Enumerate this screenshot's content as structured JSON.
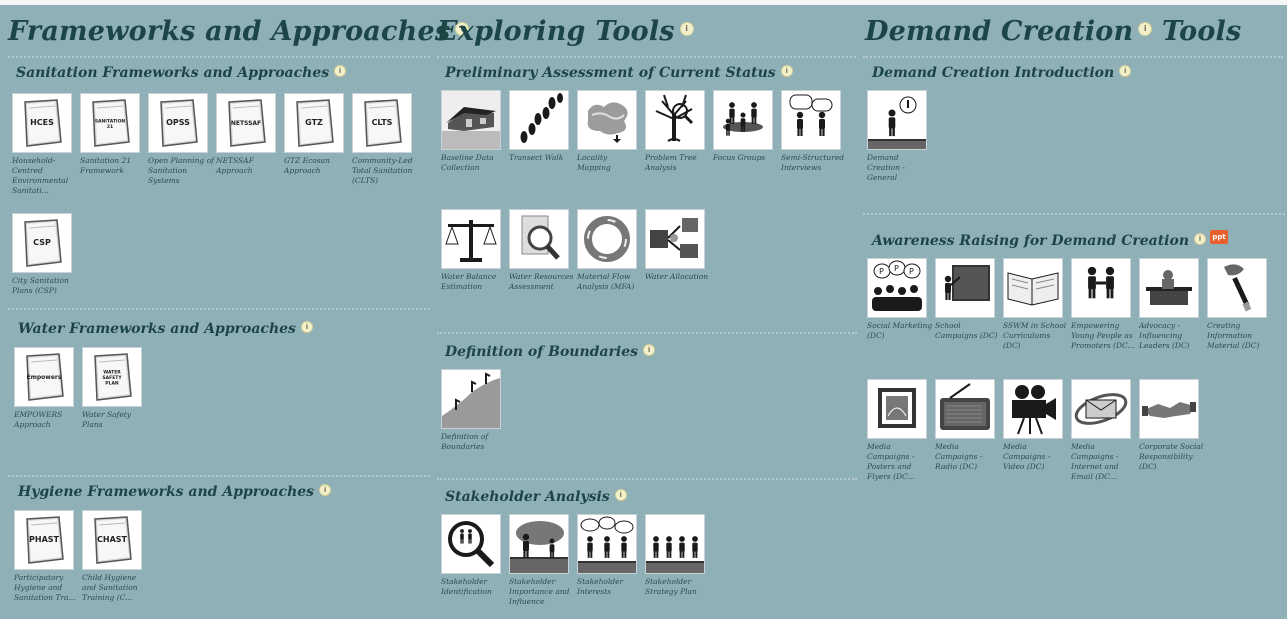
{
  "columns": [
    {
      "title": "Frameworks and Approaches",
      "sections": [
        {
          "heading": "Sanitation Frameworks and Approaches",
          "items": [
            {
              "label": "HCES",
              "caption": "Household-Centred Environmental Sanitati...",
              "icon": "document-icon"
            },
            {
              "label": "SANITATION 21",
              "caption": "Sanitation 21 Framework",
              "icon": "document-icon"
            },
            {
              "label": "OPSS",
              "caption": "Open Planning of Sanitation Systems",
              "icon": "document-icon"
            },
            {
              "label": "NETSSAF",
              "caption": "NETSSAF Approach",
              "icon": "document-icon"
            },
            {
              "label": "GTZ",
              "caption": "GTZ Ecosan Approach",
              "icon": "document-icon"
            },
            {
              "label": "CLTS",
              "caption": "Community-Led Total Sanitation (CLTS)",
              "icon": "document-icon"
            },
            {
              "label": "CSP",
              "caption": "City Sanitation Plans (CSP)",
              "icon": "document-icon"
            }
          ]
        },
        {
          "heading": "Water Frameworks and Approaches",
          "items": [
            {
              "label": "Empowers",
              "caption": "EMPOWERS Approach",
              "icon": "document-icon"
            },
            {
              "label": "WATER SAFETY PLAN",
              "caption": "Water Safety Plans",
              "icon": "document-icon"
            }
          ]
        },
        {
          "heading": "Hygiene Frameworks and Approaches",
          "items": [
            {
              "label": "PHAST",
              "caption": "Participatory Hygiene and Sanitation Tra...",
              "icon": "document-icon"
            },
            {
              "label": "CHAST",
              "caption": "Child Hygiene and Sanitation Training (C...",
              "icon": "document-icon"
            }
          ]
        }
      ]
    },
    {
      "title": "Exploring Tools",
      "sections": [
        {
          "heading": "Preliminary Assessment of Current Status",
          "items": [
            {
              "caption": "Baseline Data Collection",
              "icon": "house-icon"
            },
            {
              "caption": "Transect Walk",
              "icon": "footprints-icon"
            },
            {
              "caption": "Locality Mapping",
              "icon": "map-icon"
            },
            {
              "caption": "Problem Tree Analysis",
              "icon": "tree-icon"
            },
            {
              "caption": "Focus Groups",
              "icon": "group-icon"
            },
            {
              "caption": "Semi-Structured Interviews",
              "icon": "interview-icon"
            },
            {
              "caption": "Water Balance Estimation",
              "icon": "balance-icon"
            },
            {
              "caption": "Water Resources Assessment",
              "icon": "magnifier-icon"
            },
            {
              "caption": "Material Flow Analysis (MFA)",
              "icon": "cycle-icon"
            },
            {
              "caption": "Water Allocation",
              "icon": "allocation-icon"
            }
          ]
        },
        {
          "heading": "Definition of Boundaries",
          "items": [
            {
              "caption": "Definition of Boundaries",
              "icon": "boundary-icon"
            }
          ]
        },
        {
          "heading": "Stakeholder Analysis",
          "items": [
            {
              "caption": "Stakeholder Identification",
              "icon": "magnifier-people-icon"
            },
            {
              "caption": "Stakeholder Importance and Influence",
              "icon": "influence-icon"
            },
            {
              "caption": "Stakeholder Interests",
              "icon": "interests-icon"
            },
            {
              "caption": "Stakeholder Strategy Plan",
              "icon": "strategy-icon"
            }
          ]
        }
      ]
    },
    {
      "title_parts": [
        "Demand Creation",
        "Tools"
      ],
      "sections": [
        {
          "heading": "Demand Creation Introduction",
          "items": [
            {
              "caption": "Demand Creation - General",
              "icon": "person-idea-icon"
            }
          ]
        },
        {
          "heading": "Awareness Raising for Demand Creation",
          "badge": "ppt",
          "items": [
            {
              "caption": "Social Marketing (DC)",
              "icon": "crowd-icon"
            },
            {
              "caption": "School Campaigns (DC)",
              "icon": "blackboard-icon"
            },
            {
              "caption": "SSWM in School Curriculums (DC)",
              "icon": "book-icon"
            },
            {
              "caption": "Empowering Young People as Promoters (DC...",
              "icon": "children-icon"
            },
            {
              "caption": "Advocacy - Influencing Leaders (DC)",
              "icon": "podium-icon"
            },
            {
              "caption": "Creating Information Material (DC)",
              "icon": "brush-icon"
            },
            {
              "caption": "Media Campaigns - Posters and Flyers (DC...",
              "icon": "poster-icon"
            },
            {
              "caption": "Media Campaigns - Radio (DC)",
              "icon": "radio-icon"
            },
            {
              "caption": "Media Campaigns - Video (DC)",
              "icon": "camera-icon"
            },
            {
              "caption": "Media Campaigns - Internet and Email (DC...",
              "icon": "email-icon"
            },
            {
              "caption": "Corporate Social Responsibility (DC)",
              "icon": "handshake-icon"
            }
          ]
        }
      ]
    }
  ],
  "info_glyph": "i",
  "colors": {
    "background": "#8fb0b7",
    "heading": "#1c4545",
    "caption": "#2f4a52",
    "badge": "#e8612c"
  }
}
